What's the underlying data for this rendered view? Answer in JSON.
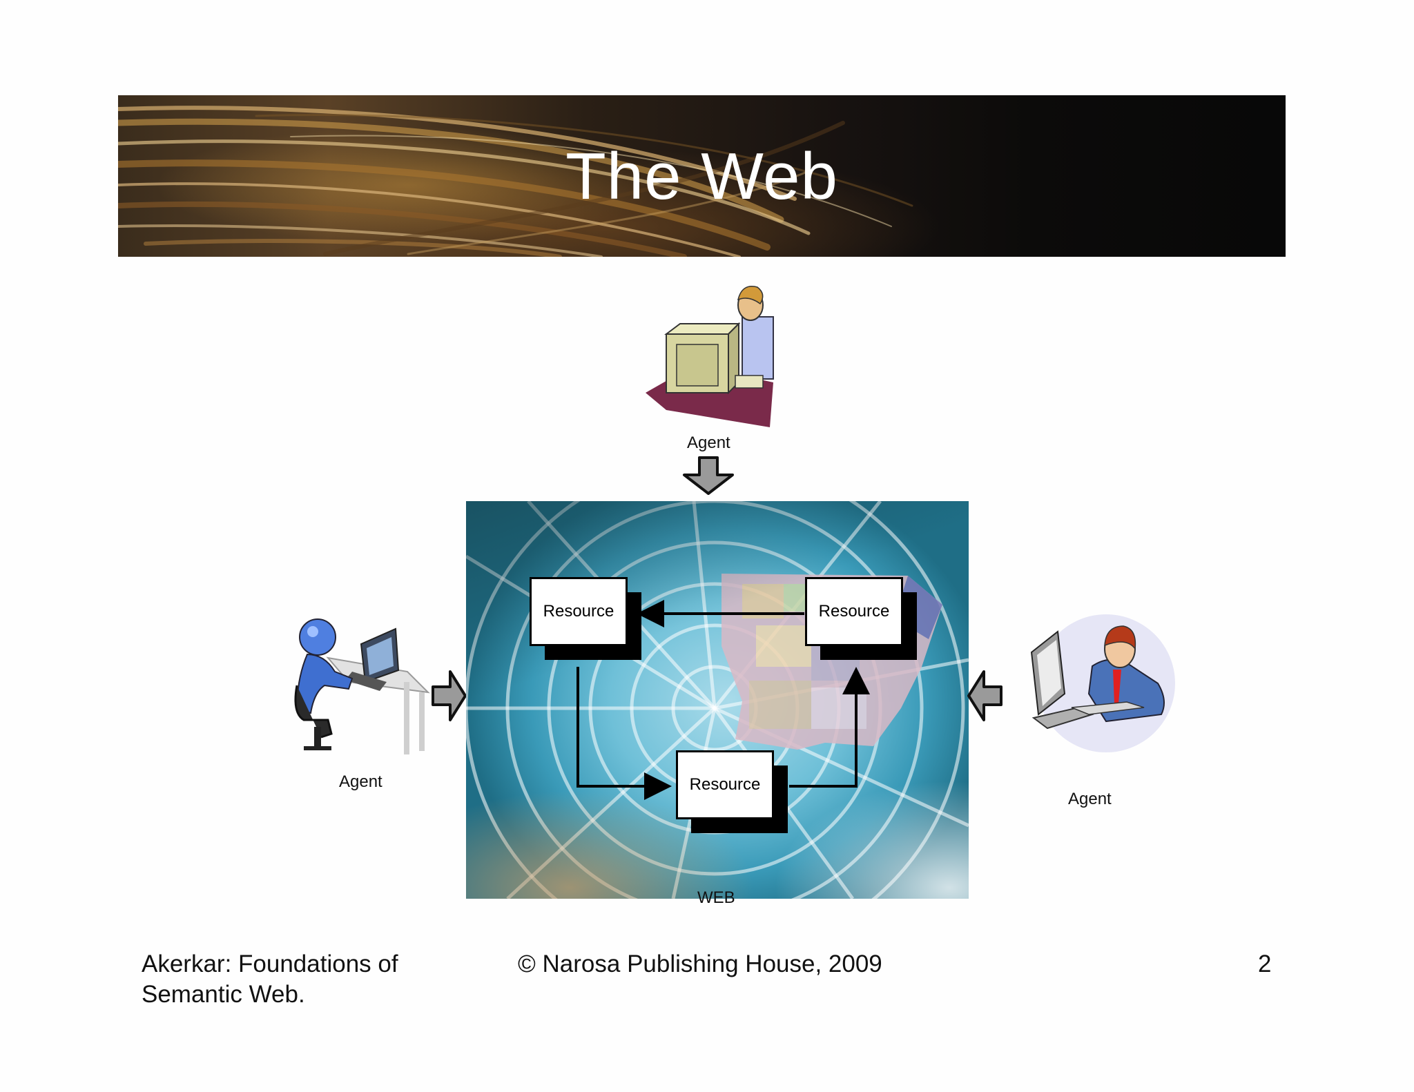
{
  "slide": {
    "title": "The Web"
  },
  "diagram": {
    "agents": [
      {
        "label": "Agent"
      },
      {
        "label": "Agent"
      },
      {
        "label": "Agent"
      }
    ],
    "resources": [
      {
        "label": "Resource"
      },
      {
        "label": "Resource"
      },
      {
        "label": "Resource"
      }
    ],
    "web_label": "WEB"
  },
  "footer": {
    "author_line1": "Akerkar: Foundations of",
    "author_line2": "Semantic Web.",
    "copyright": "© Narosa Publishing House, 2009",
    "page_number": "2"
  },
  "colors": {
    "banner_dark": "#0c0b0a",
    "banner_gold": "#b98a3a",
    "web_blue": "#3a9ab8",
    "arrow_gray": "#9a9a9a"
  }
}
